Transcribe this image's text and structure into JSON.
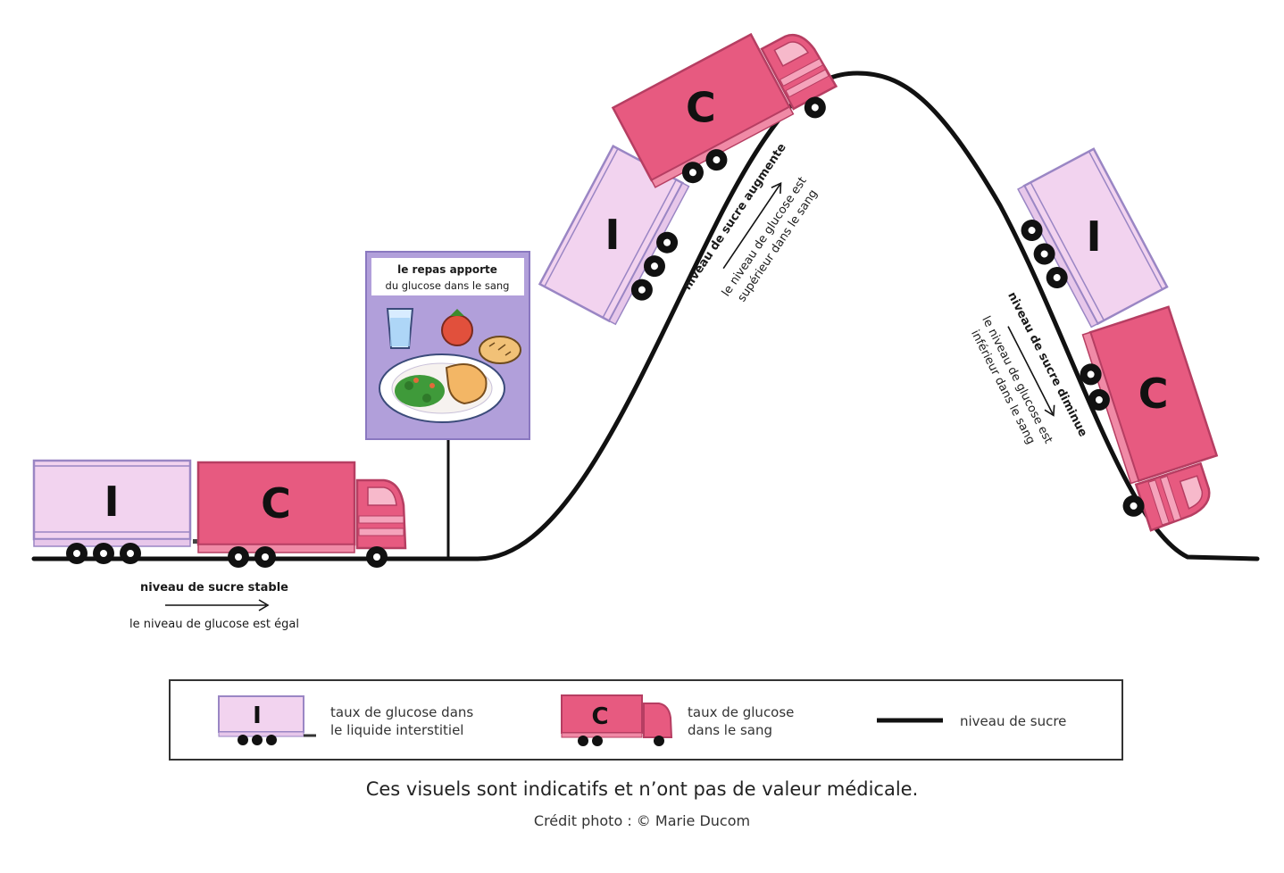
{
  "colors": {
    "interstitial_trailer": "#f2d3ef",
    "interstitial_outline": "#9a86c4",
    "blood_truck": "#e75a80",
    "blood_outline": "#b63e62",
    "sign_background": "#b19fda",
    "curve": "#111111"
  },
  "trucks": {
    "interstitial_letter": "I",
    "blood_letter": "C"
  },
  "stable": {
    "title": "niveau de sucre stable",
    "subtitle": "le niveau de glucose est égal"
  },
  "meal_sign": {
    "line1": "le repas apporte",
    "line2": "du glucose dans le sang",
    "icons": [
      "water-glass-icon",
      "tomato-icon",
      "bread-icon",
      "plate-meal-icon"
    ]
  },
  "rise": {
    "title": "niveau de sucre augmente",
    "line1": "le niveau de glucose est",
    "line2": "supérieur dans le sang"
  },
  "fall": {
    "title": "niveau de sucre diminue",
    "line1": "le niveau de glucose est",
    "line2": "inférieur dans le sang"
  },
  "legend": {
    "interstitial_line1": "taux de glucose dans",
    "interstitial_line2": "le liquide interstitiel",
    "blood_line1": "taux de glucose",
    "blood_line2": "dans le sang",
    "curve_label": "niveau de sucre"
  },
  "disclaimer": "Ces visuels sont indicatifs et n’ont pas de valeur médicale.",
  "credit": "Crédit photo : © Marie Ducom"
}
